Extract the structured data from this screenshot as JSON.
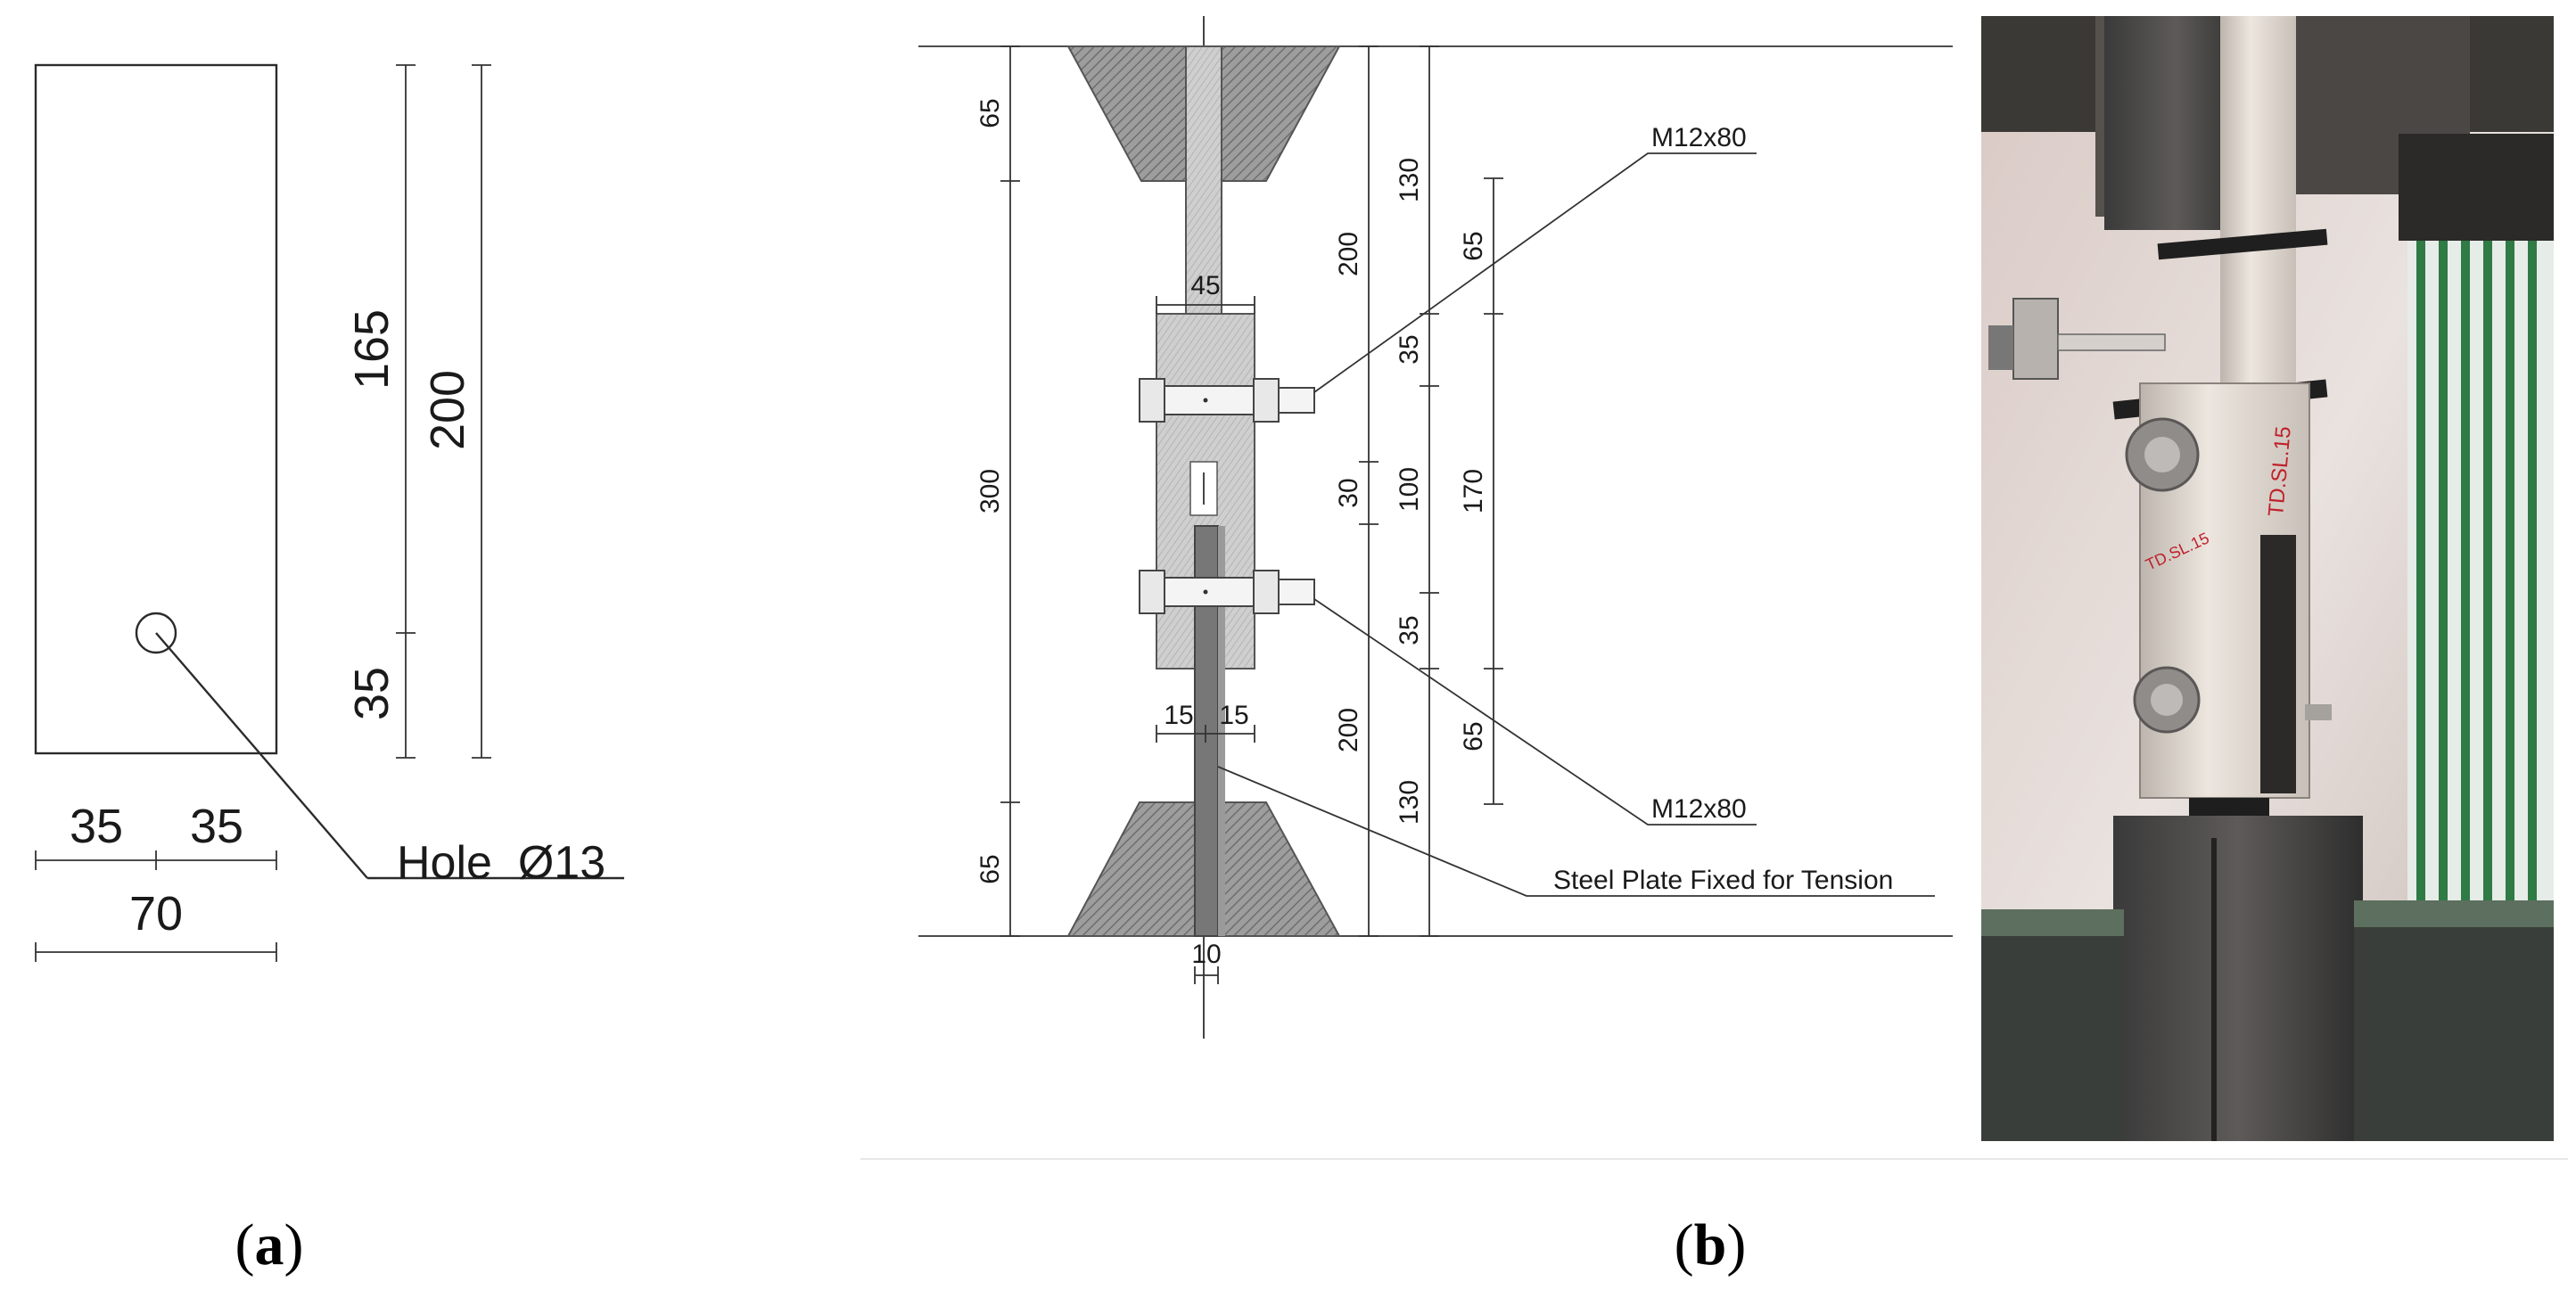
{
  "panel_a": {
    "dims": {
      "height_165": "165",
      "height_200": "200",
      "height_35": "35",
      "width_35_left": "35",
      "width_35_right": "35",
      "width_70": "70"
    },
    "hole_label": "Hole  Ø13",
    "caption_letter": "a"
  },
  "panel_b": {
    "dims": {
      "grip_top_65": "65",
      "span_300": "300",
      "grip_bottom_65": "65",
      "plate_width_45": "45",
      "gap_15_left": "15",
      "gap_15_right": "15",
      "thickness_10": "10",
      "upper_200": "200",
      "lower_200": "200",
      "gap_30": "30",
      "upper_130": "130",
      "upper_35": "35",
      "mid_100": "100",
      "lower_35": "35",
      "lower_130": "130",
      "upper_65": "65",
      "mid_170": "170",
      "lower_65": "65"
    },
    "bolt_label_top": "M12x80",
    "bolt_label_bottom": "M12x80",
    "plate_label": "Steel Plate Fixed for Tension",
    "caption_letter": "b"
  },
  "photo": {
    "specimen_marks": [
      "TD.SL.15",
      "TD.SL.15"
    ]
  },
  "colors": {
    "line": "#2b2b2b",
    "hatch": "#8c8c8c",
    "wood": "#c9c9c9",
    "steel": "#7a7a7a"
  }
}
